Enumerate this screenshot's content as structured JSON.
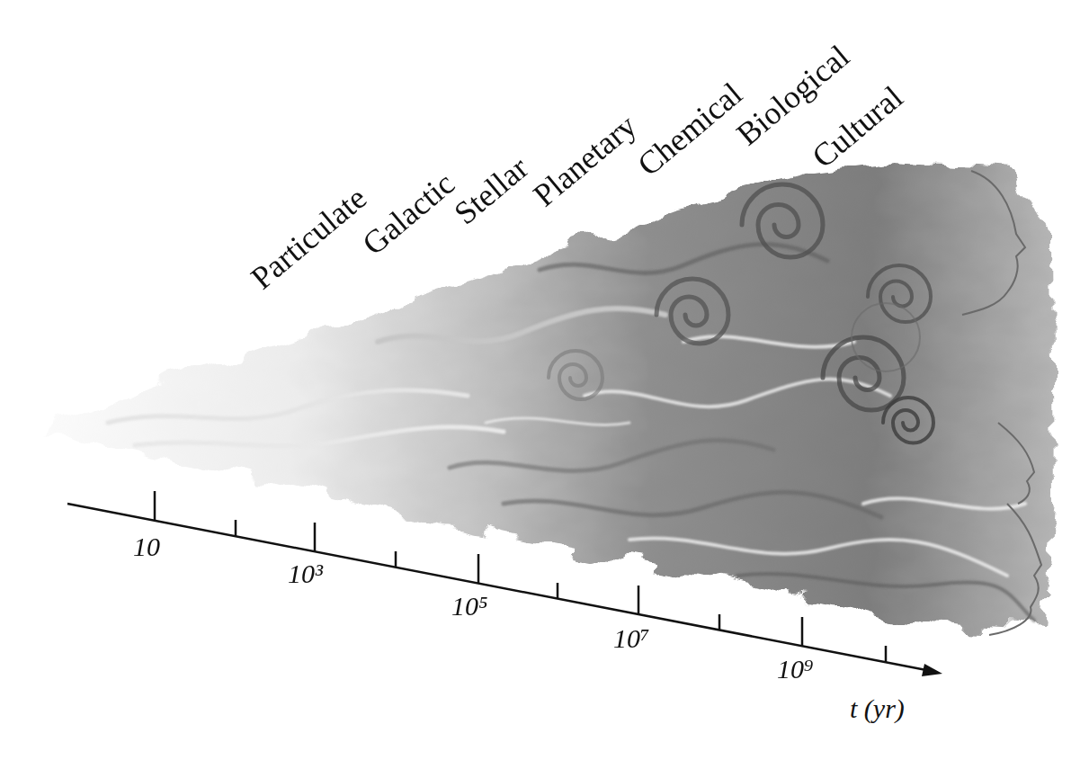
{
  "diagram": {
    "labels": [
      "Particulate",
      "Galactic",
      "Stellar",
      "Planetary",
      "Chemical",
      "Biological",
      "Cultural",
      "10",
      "10³",
      "10⁵",
      "10⁷",
      "10⁹",
      "t (yr)"
    ]
  }
}
